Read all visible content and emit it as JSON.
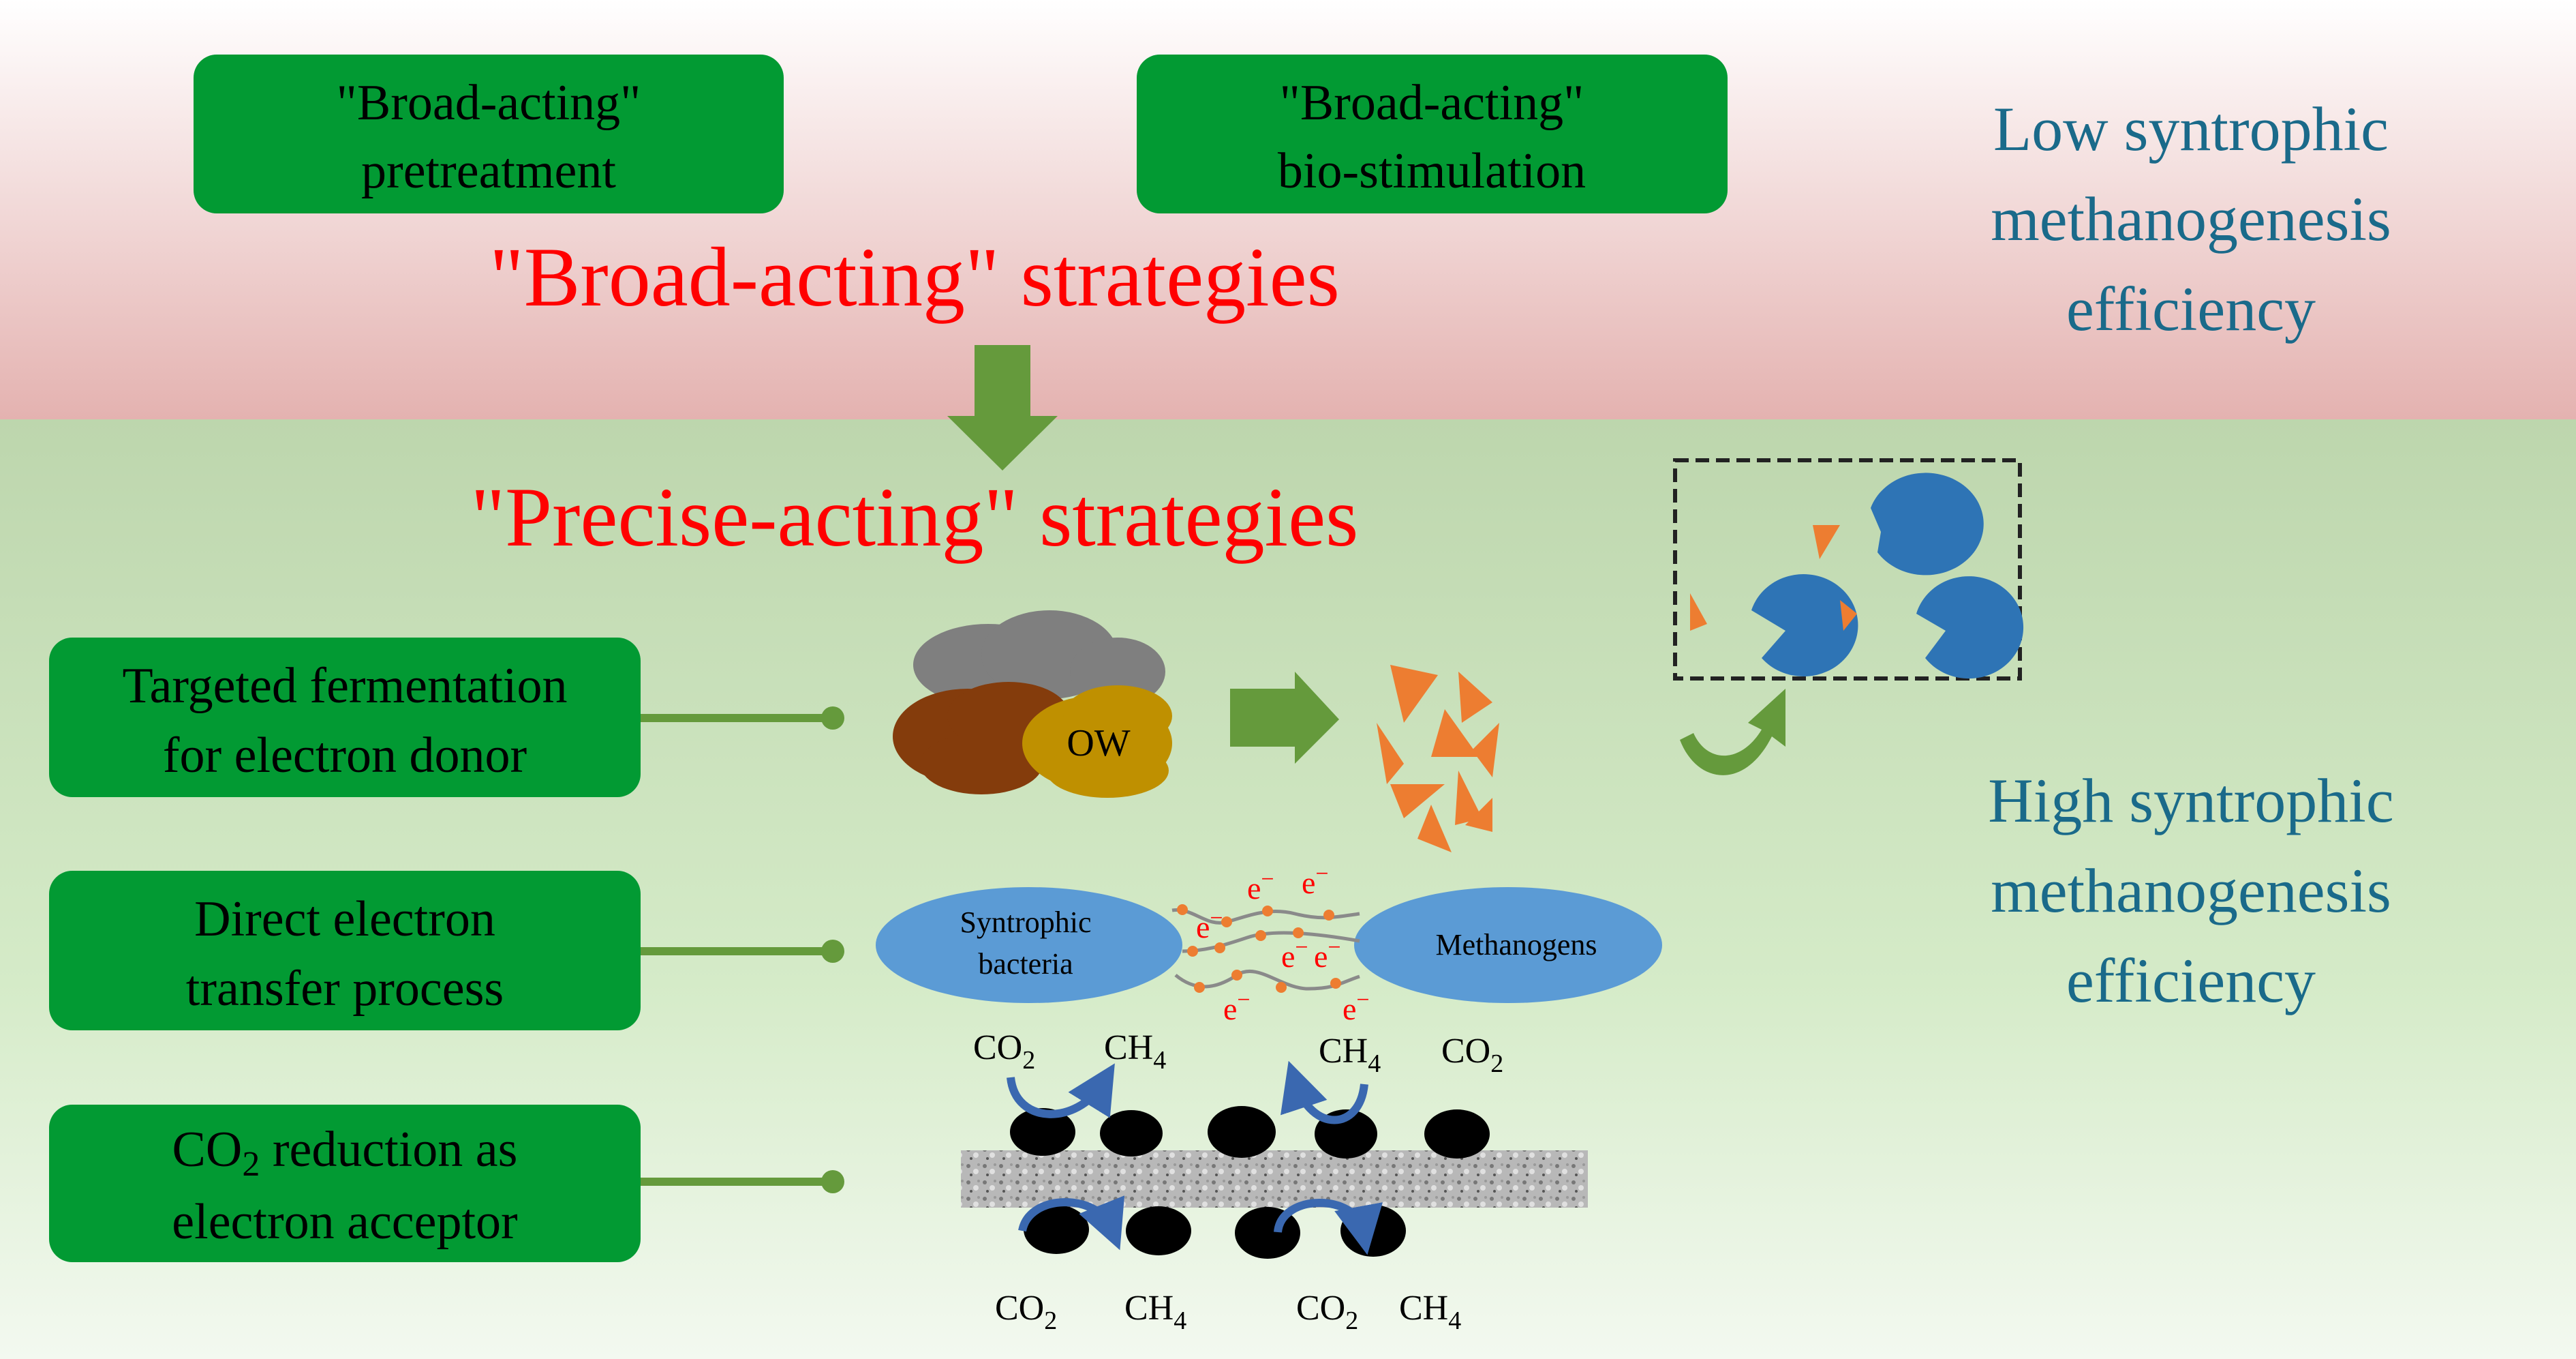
{
  "top": {
    "box_pretreatment": {
      "line1": "\"Broad-acting\"",
      "line2": "pretreatment"
    },
    "box_biostimulation": {
      "line1": "\"Broad-acting\"",
      "line2": "bio-stimulation"
    },
    "broad_title": "\"Broad-acting\" strategies",
    "low_efficiency": {
      "line1": "Low syntrophic",
      "line2": "methanogenesis",
      "line3": "efficiency"
    }
  },
  "bottom": {
    "precise_title": "\"Precise-acting\" strategies",
    "strategies": [
      {
        "line1": "Targeted fermentation",
        "line2": "for electron donor"
      },
      {
        "line1": "Direct electron",
        "line2": "transfer process"
      },
      {
        "line1a": "CO",
        "line1sub": "2",
        "line1b": " reduction as",
        "line2": "electron acceptor"
      }
    ],
    "high_efficiency": {
      "line1": "High syntrophic",
      "line2": "methanogenesis",
      "line3": "efficiency"
    },
    "ow_label": "OW",
    "syntrophic": {
      "line1": "Syntrophic",
      "line2": "bacteria"
    },
    "methanogens": "Methanogens",
    "electron": {
      "base": "e",
      "sup": "−"
    },
    "co2": {
      "base": "CO",
      "sub": "2"
    },
    "ch4": {
      "base": "CH",
      "sub": "4"
    }
  },
  "colors": {
    "box_green": "#029a33",
    "arrow_green": "#659a3c",
    "title_red": "#ff0000",
    "efficiency_teal": "#1a6a8a",
    "cell_blue": "#5b9bd5",
    "pacman_blue": "#2e74b5",
    "fragment_orange": "#ed7d31"
  }
}
